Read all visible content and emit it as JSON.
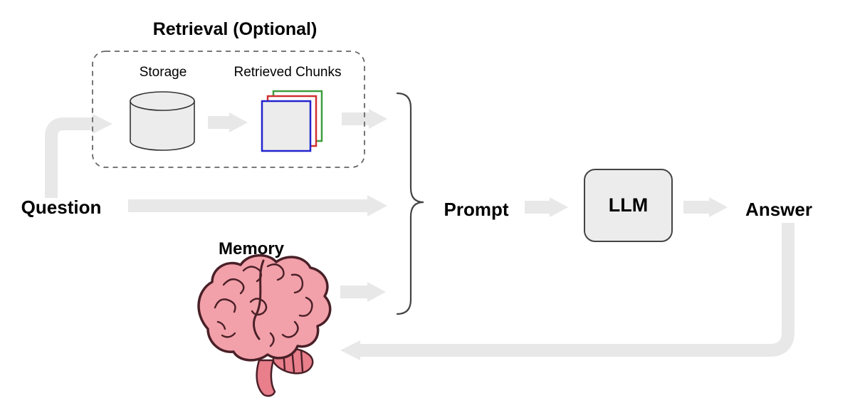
{
  "diagram": {
    "retrieval": {
      "title": "Retrieval (Optional)",
      "storage_label": "Storage",
      "chunks_label": "Retrieved Chunks"
    },
    "nodes": {
      "question": "Question",
      "memory": "Memory",
      "prompt": "Prompt",
      "llm": "LLM",
      "answer": "Answer"
    },
    "colors": {
      "arrow": "#e8e8e8",
      "box_fill": "#ececec",
      "chunk_blue": "#2424cf",
      "chunk_red": "#d03030",
      "chunk_green": "#3f9e3f",
      "brain_pink": "#f2a0a9",
      "brain_dark_pink": "#e87f8b",
      "brain_outline": "#4a2028"
    }
  }
}
